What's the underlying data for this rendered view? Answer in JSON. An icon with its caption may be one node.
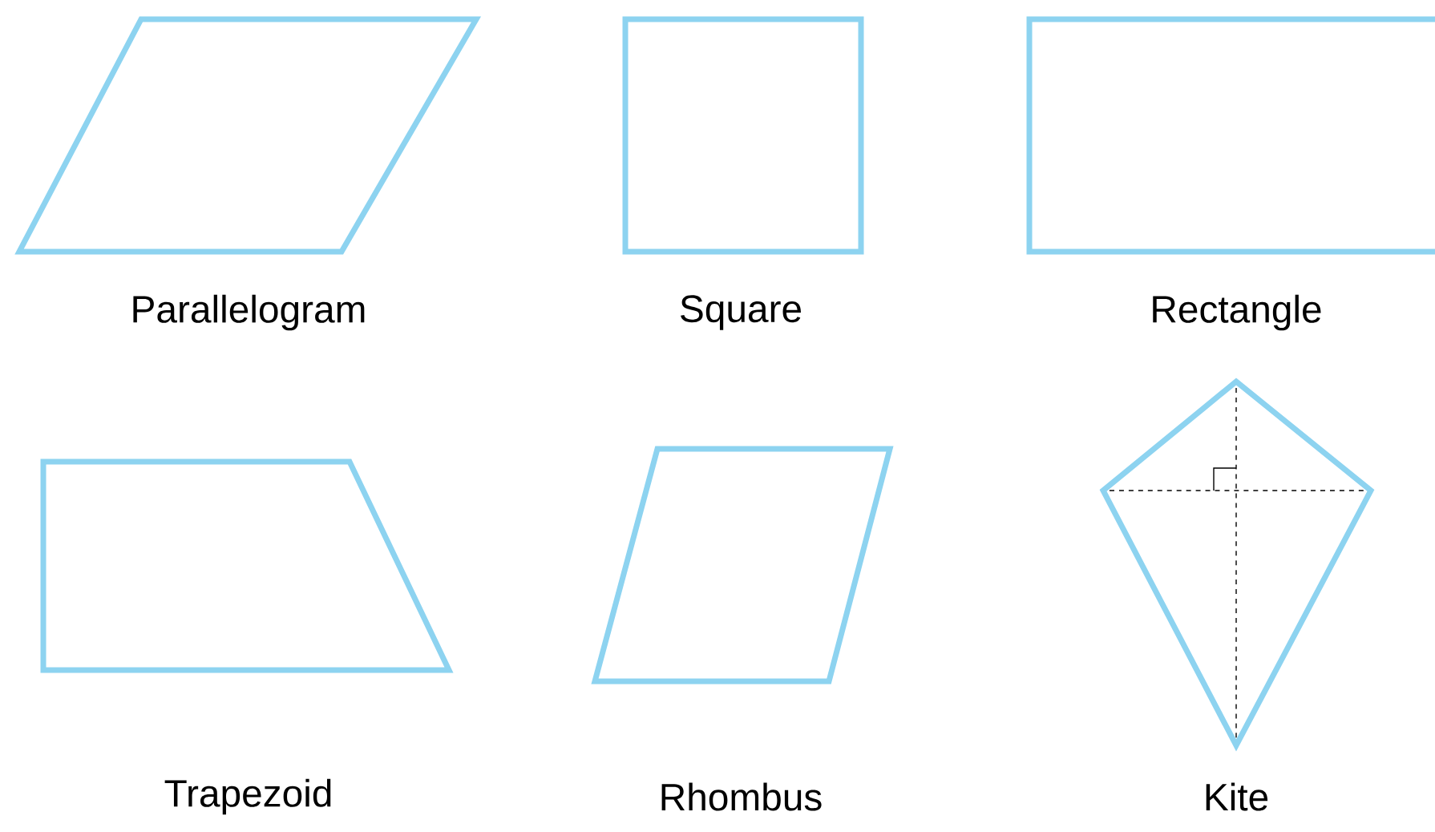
{
  "diagram": {
    "nodes": [
      {
        "text": [
          "Parallelogram"
        ]
      },
      {
        "text": [
          "Square"
        ]
      },
      {
        "text": [
          "Rectangle"
        ]
      },
      {
        "text": [
          "Trapezoid"
        ]
      },
      {
        "text": [
          "Rhombus"
        ]
      },
      {
        "text": [
          "Kite"
        ]
      }
    ]
  }
}
